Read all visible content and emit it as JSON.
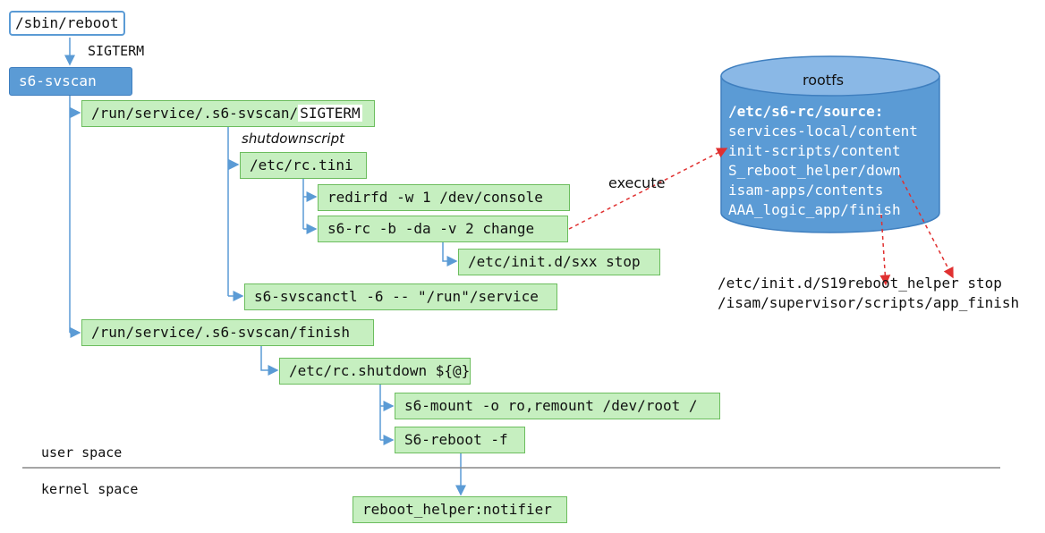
{
  "reboot": "/sbin/reboot",
  "sigterm_top": "SIGTERM",
  "s6_svscan": "s6-svscan",
  "svscan_sigterm": {
    "path": "/run/service/.s6-svscan/",
    "signal": "SIGTERM"
  },
  "shutdownscript": "shutdownscript",
  "rc_tini": "/etc/rc.tini",
  "redirfd": "redirfd -w 1 /dev/console",
  "s6_rc_change": "s6-rc -b -da -v 2 change",
  "initd_sxx": "/etc/init.d/sxx stop",
  "svscanctl": "s6-svscanctl -6 -- \"/run\"/service",
  "svscan_finish": "/run/service/.s6-svscan/finish",
  "rc_shutdown": "/etc/rc.shutdown ${@}",
  "s6_mount": "s6-mount -o ro,remount /dev/root /",
  "s6_reboot": "S6-reboot -f",
  "reboot_helper": "reboot_helper:notifier",
  "user_space": "user space",
  "kernel_space": "kernel space",
  "execute": "execute",
  "rootfs": {
    "title": "rootfs",
    "heading": "/etc/s6-rc/source:",
    "items": [
      "services-local/content",
      "init-scripts/content",
      "S_reboot_helper/down",
      "isam-apps/contents",
      "AAA_logic_app/finish"
    ]
  },
  "outputs": [
    "/etc/init.d/S19reboot_helper stop",
    "/isam/supervisor/scripts/app_finish"
  ],
  "colors": {
    "node_fill": "#c6efc0",
    "node_border": "#6cbd5e",
    "accent_blue": "#5b9bd5",
    "dashed_red": "#e03030"
  }
}
